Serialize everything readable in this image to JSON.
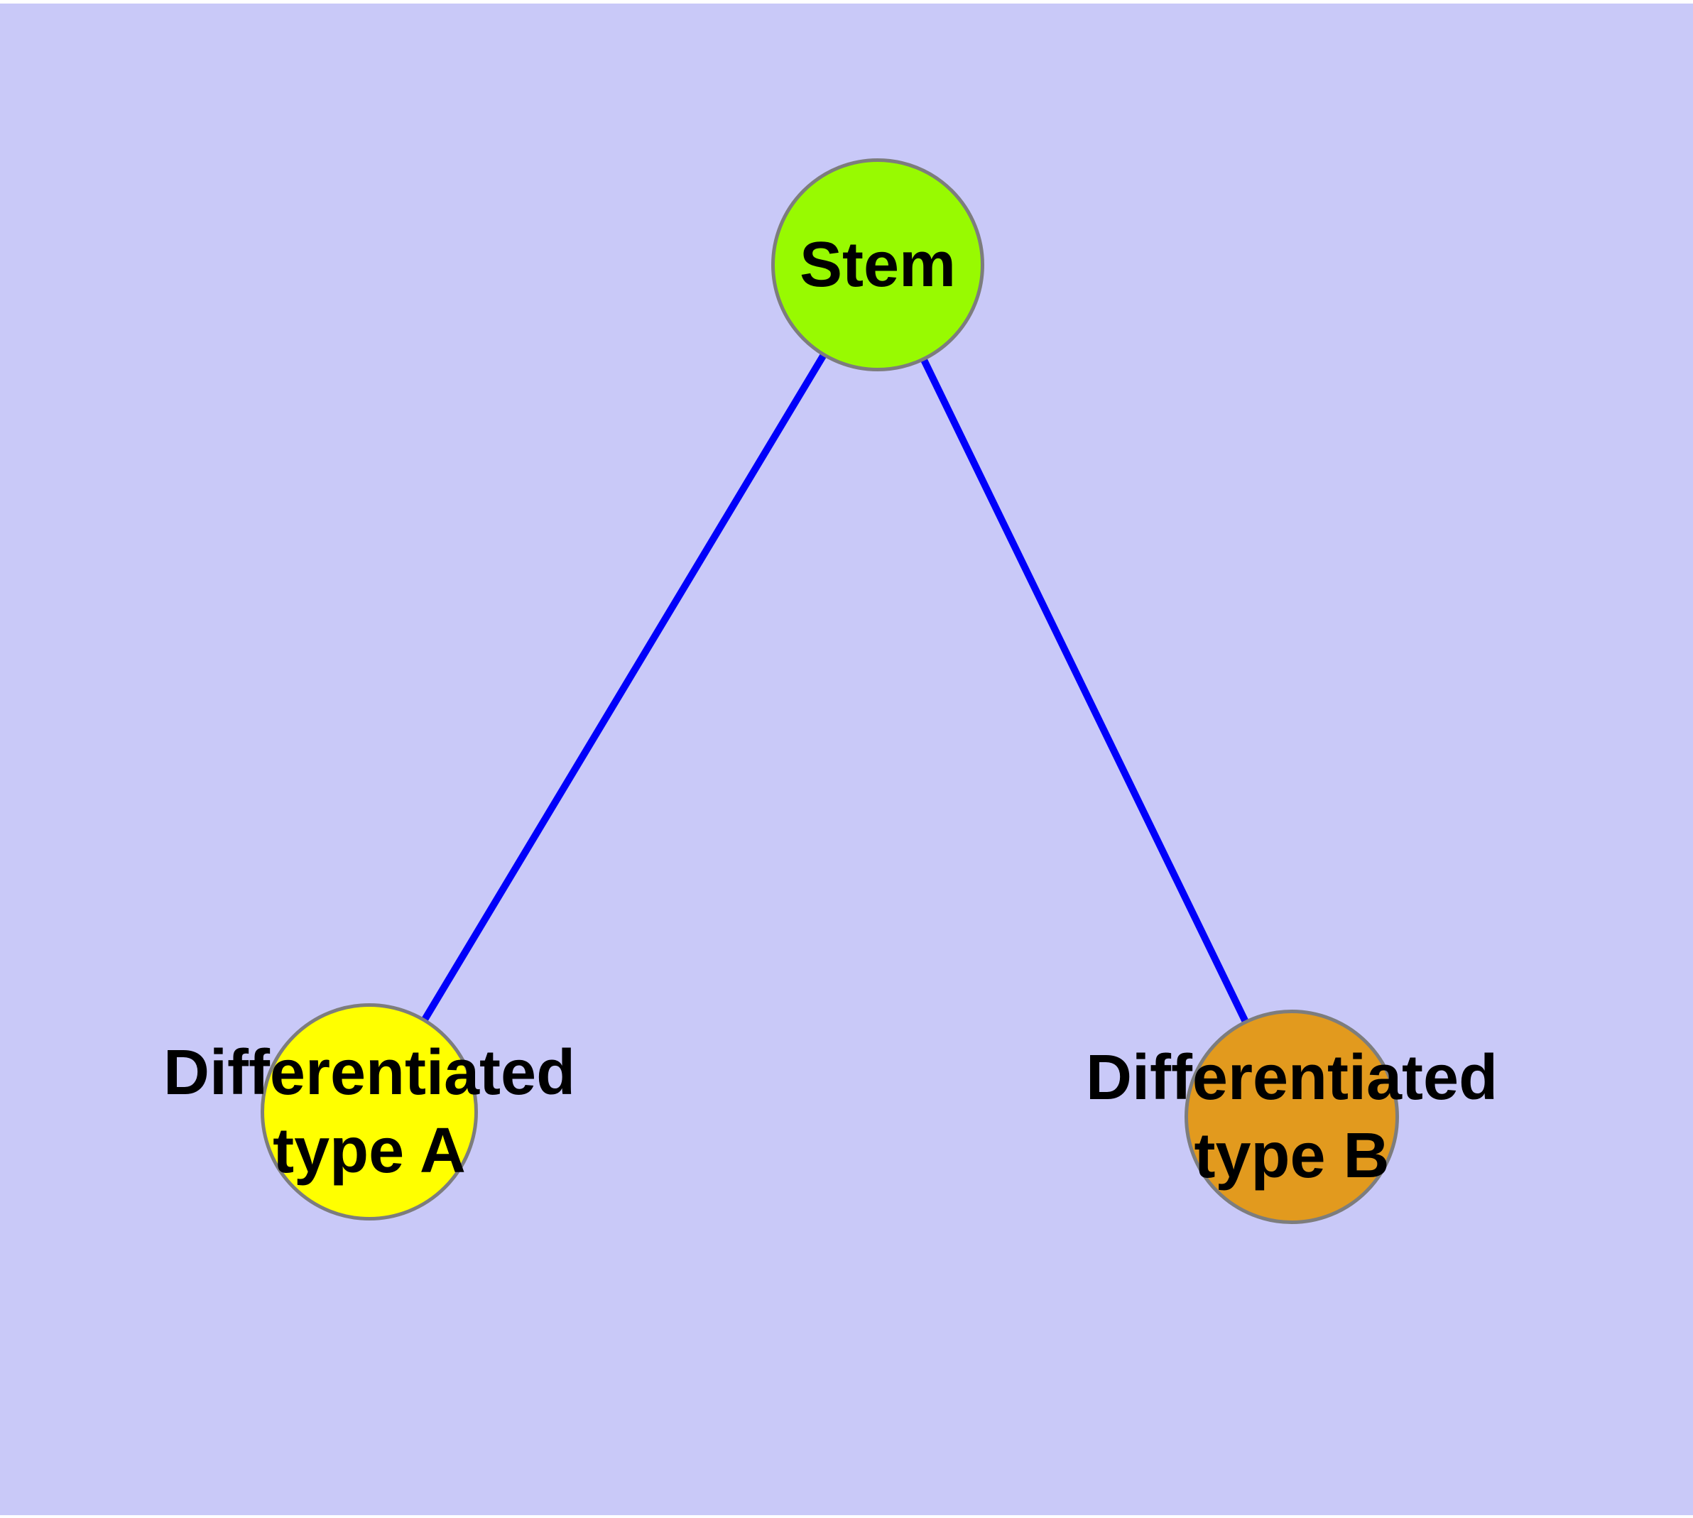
{
  "diagram": {
    "type": "graph",
    "background_color": "#c9c9f8",
    "page_margin_color": "#ffffff",
    "edge_color": "#0000fa",
    "node_border_color": "#7d7d7d",
    "label_color": "#000000",
    "nodes": [
      {
        "id": "stem",
        "label": "Stem",
        "label_lines": [
          "Stem"
        ],
        "color": "#98fa01"
      },
      {
        "id": "differentiated-type-a",
        "label": "Differentiated type A",
        "label_lines": [
          "Differentiated",
          "type A"
        ],
        "color": "#ffff00"
      },
      {
        "id": "differentiated-type-b",
        "label": "Differentiated type B",
        "label_lines": [
          "Differentiated",
          "type B"
        ],
        "color": "#e29a1e"
      }
    ],
    "edges": [
      {
        "from": "stem",
        "to": "differentiated-type-a"
      },
      {
        "from": "stem",
        "to": "differentiated-type-b"
      }
    ]
  }
}
